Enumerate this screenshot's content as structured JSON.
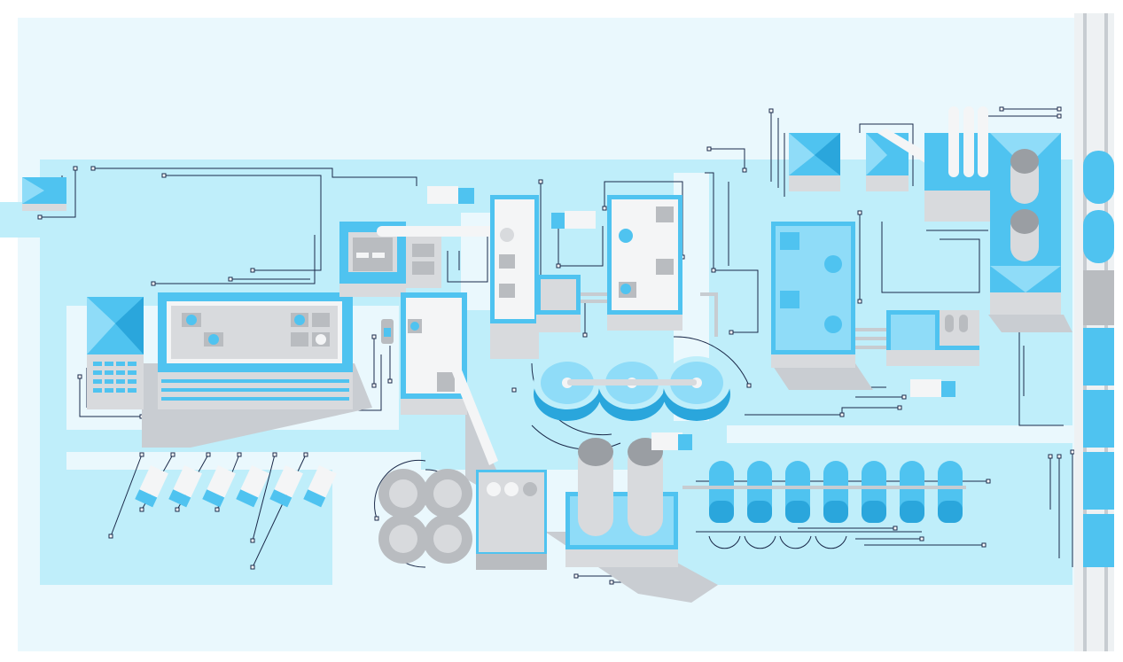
{
  "scene": {
    "kind": "isometric-industrial-plant-illustration",
    "has_visible_text": false
  },
  "colors": {
    "background": "#ffffff",
    "ground_light": "#eaf8fd",
    "ground_blue": "#bfeefa",
    "shadow": "#c9cdd2",
    "building_gray": "#d8dadd",
    "building_gray_dark": "#b9bcc0",
    "panel_white": "#f4f5f6",
    "accent_blue": "#4fc3f0",
    "accent_blue_dark": "#2aa6dc",
    "roof_blue": "#5ec9f2",
    "circuit_line": "#1b2a4a",
    "rail": "#c7ccd1"
  },
  "elements": {
    "buildings": [
      "warehouse",
      "main-hall",
      "control-block",
      "tower-block",
      "lab-block",
      "office-tall",
      "boiler-house",
      "power-plant",
      "pump-house",
      "mixing-house",
      "silo-house"
    ],
    "tanks": {
      "blue_tanks": 7,
      "clarifiers": 3,
      "round_gray_tanks": 4,
      "silos": 2,
      "tall_stacks": 3
    },
    "trucks": 9,
    "train_cars": 7
  }
}
